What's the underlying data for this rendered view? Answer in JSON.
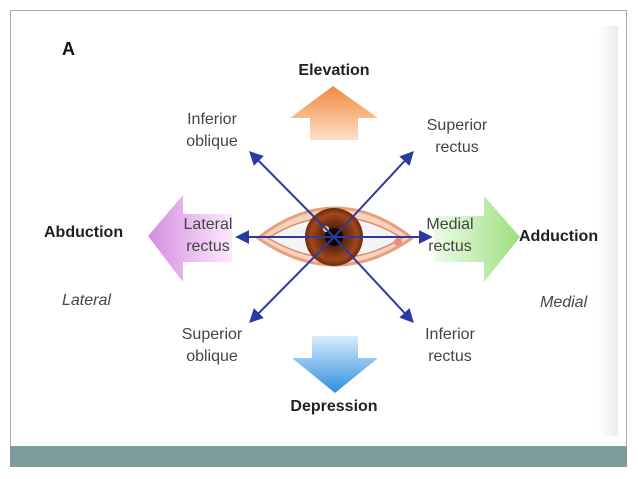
{
  "panel_letter": "A",
  "directions": {
    "top": "Elevation",
    "bottom": "Depression",
    "left": "Abduction",
    "right": "Adduction"
  },
  "sides": {
    "left": "Lateral",
    "right": "Medial"
  },
  "muscles": {
    "upper_left_line1": "Inferior",
    "upper_left_line2": "oblique",
    "upper_right_line1": "Superior",
    "upper_right_line2": "rectus",
    "lower_left_line1": "Superior",
    "lower_left_line2": "oblique",
    "lower_right_line1": "Inferior",
    "lower_right_line2": "rectus",
    "mid_left_line1": "Lateral",
    "mid_left_line2": "rectus",
    "mid_right_line1": "Medial",
    "mid_right_line2": "rectus"
  },
  "colors": {
    "elevation_arrow": "#f08a3c",
    "depression_arrow": "#2f8fe0",
    "abduction_arrow": "#d48ee0",
    "adduction_arrow": "#9be07f",
    "vector_lines": "#2a3aa0",
    "footer": "#7f9c9c"
  }
}
